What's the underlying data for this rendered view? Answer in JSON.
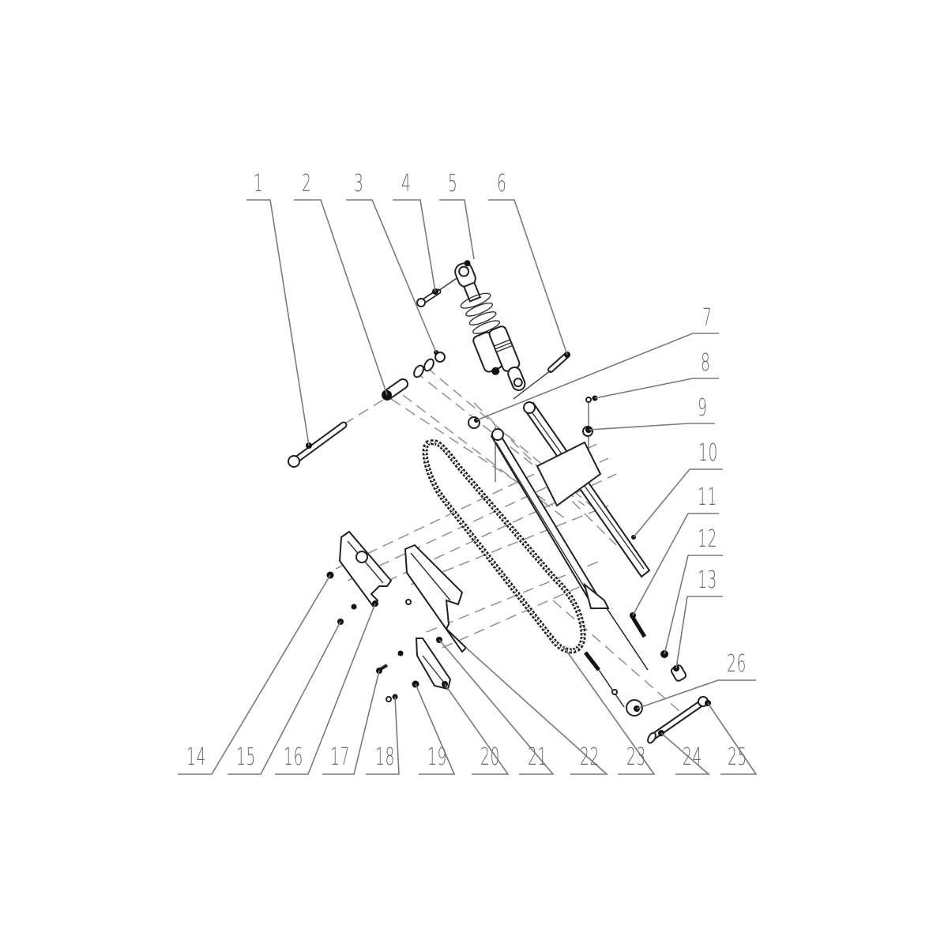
{
  "diagram": {
    "type": "exploded-parts-diagram",
    "subject": "swingarm, rear shock, chain and chain guide assembly",
    "colors": {
      "line": "#7a7a7a",
      "part_outline": "#222222",
      "background": "#ffffff",
      "label": "#6a6a6a"
    },
    "callouts": [
      {
        "id": "1",
        "label": "1"
      },
      {
        "id": "2",
        "label": "2"
      },
      {
        "id": "3",
        "label": "3"
      },
      {
        "id": "4",
        "label": "4"
      },
      {
        "id": "5",
        "label": "5"
      },
      {
        "id": "6",
        "label": "6"
      },
      {
        "id": "7",
        "label": "7"
      },
      {
        "id": "8",
        "label": "8"
      },
      {
        "id": "9",
        "label": "9"
      },
      {
        "id": "10",
        "label": "10"
      },
      {
        "id": "11",
        "label": "11"
      },
      {
        "id": "12",
        "label": "12"
      },
      {
        "id": "13",
        "label": "13"
      },
      {
        "id": "14",
        "label": "14"
      },
      {
        "id": "15",
        "label": "15"
      },
      {
        "id": "16",
        "label": "16"
      },
      {
        "id": "17",
        "label": "17"
      },
      {
        "id": "18",
        "label": "18"
      },
      {
        "id": "19",
        "label": "19"
      },
      {
        "id": "20",
        "label": "20"
      },
      {
        "id": "21",
        "label": "21"
      },
      {
        "id": "22",
        "label": "22"
      },
      {
        "id": "23",
        "label": "23"
      },
      {
        "id": "24",
        "label": "24"
      },
      {
        "id": "25",
        "label": "25"
      },
      {
        "id": "26",
        "label": "26"
      }
    ]
  }
}
